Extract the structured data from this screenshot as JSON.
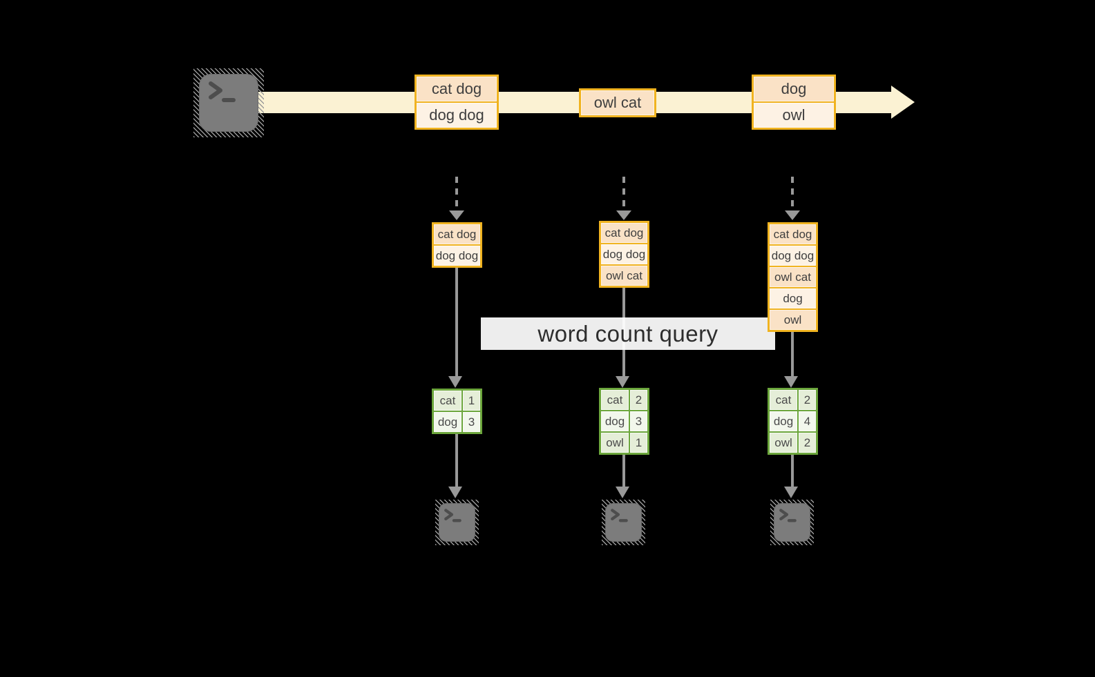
{
  "colors": {
    "background": "#000000",
    "stream_band": "#FBF2D3",
    "box_border_gold": "#F0B320",
    "box_fill_peach": "#FAE2C6",
    "box_fill_cream": "#FDF2E4",
    "table_border_green": "#6CA63C",
    "table_fill_green_dark": "#E5EED8",
    "table_fill_green_light": "#F2F7EC",
    "arrow_gray": "#999999",
    "terminal_gray": "#7C7C7C",
    "query_band_bg": "#FFFFFF",
    "text_dark": "#3E3E3E"
  },
  "icons": {
    "source": "terminal-icon",
    "sink_1": "terminal-icon",
    "sink_2": "terminal-icon",
    "sink_3": "terminal-icon",
    "stream_arrow": "right-arrowhead-icon",
    "prompt_glyph": ">_"
  },
  "stream": {
    "batches": [
      {
        "lines": [
          "cat dog",
          "dog dog"
        ]
      },
      {
        "lines": [
          "owl cat"
        ]
      },
      {
        "lines": [
          "dog",
          "owl"
        ]
      }
    ]
  },
  "query": {
    "label": "word count query"
  },
  "columns": [
    {
      "input_lines": [
        "cat dog",
        "dog dog"
      ],
      "counts": [
        {
          "word": "cat",
          "count": "1"
        },
        {
          "word": "dog",
          "count": "3"
        }
      ]
    },
    {
      "input_lines": [
        "cat dog",
        "dog dog",
        "owl cat"
      ],
      "counts": [
        {
          "word": "cat",
          "count": "2"
        },
        {
          "word": "dog",
          "count": "3"
        },
        {
          "word": "owl",
          "count": "1"
        }
      ]
    },
    {
      "input_lines": [
        "cat dog",
        "dog dog",
        "owl cat",
        "dog",
        "owl"
      ],
      "counts": [
        {
          "word": "cat",
          "count": "2"
        },
        {
          "word": "dog",
          "count": "4"
        },
        {
          "word": "owl",
          "count": "2"
        }
      ]
    }
  ]
}
